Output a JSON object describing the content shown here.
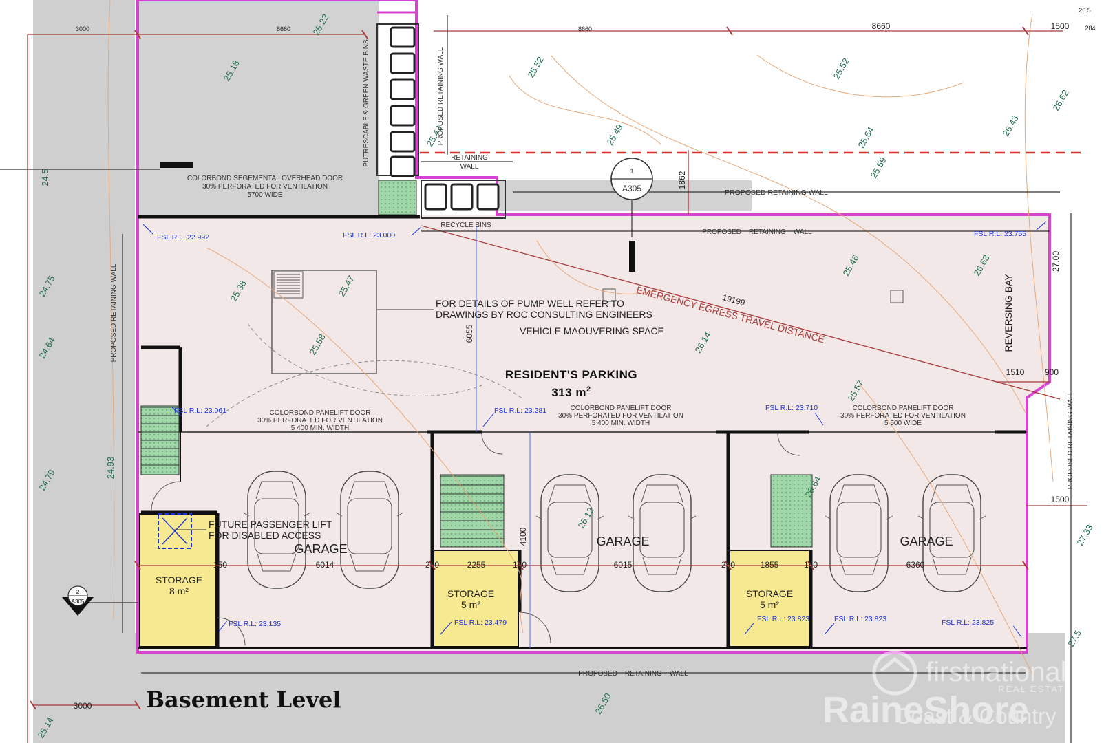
{
  "title": "Basement Level",
  "parking": {
    "name": "RESIDENT'S PARKING",
    "area_num": "313 m",
    "area_sup": "2"
  },
  "notes": {
    "pump_line1": "FOR DETAILS OF PUMP WELL REFER TO",
    "pump_line2": "DRAWINGS BY ROC CONSULTING ENGINEERS",
    "vehicle": "VEHICLE MAOUVERING SPACE",
    "egress": "EMERGENCY EGRESS TRAVEL DISTANCE",
    "egress_dim": "19199",
    "reversing": "REVERSING BAY",
    "overhead_l1": "COLORBOND SEGEMENTAL OVERHEAD DOOR",
    "overhead_l2": "30% PERFORATED FOR VENTILATION",
    "overhead_l3": "5700 WIDE",
    "panel1_l1": "COLORBOND PANELIFT DOOR",
    "panel1_l2": "30% PERFORATED FOR VENTILATION",
    "panel1_l3": "5 400 MIN. WIDTH",
    "panel2_l1": "COLORBOND PANELIFT DOOR",
    "panel2_l2": "30% PERFORATED FOR VENTILATION",
    "panel2_l3": "5 400 MIN. WIDTH",
    "panel3_l1": "COLORBOND PANELIFT DOOR",
    "panel3_l2": "30% PERFORATED FOR VENTILATION",
    "panel3_l3": "5 500 WIDE",
    "lift_l1": "FUTURE PASSENGER LIFT",
    "lift_l2": "FOR DISABLED ACCESS",
    "bins": "PUTRESCABLE & GREEN WASTE BINS",
    "recycle": "RECYCLE BINS",
    "retaining": "RETAINING",
    "wall": "WALL",
    "proposed_ret_wall": "PROPOSED RETAINING WALL",
    "proposed_ret_wall_spaced": "PROPOSED    RETAINING    WALL",
    "proposed_ret_wall_v": "PROPOSED RETAINING WALL",
    "proposed_ret_wall_v2": "PROPOSED RETAINING WALL"
  },
  "rooms": {
    "garage": "GARAGE",
    "storage": "STORAGE",
    "storage1_area": "8 m²",
    "storage2_area": "5 m²",
    "storage3_area": "5 m²"
  },
  "fsl": {
    "a": "FSL R.L: 22.992",
    "b": "FSL R.L: 23.000",
    "c": "FSL R.L: 23.755",
    "d": "FSL R.L: 23.061",
    "e": "FSL R.L: 23.281",
    "f": "FSL R.L: 23.710",
    "g": "FSL R.L: 23.135",
    "h": "FSL R.L: 23.479",
    "i": "FSL R.L: 23.823",
    "j": "FSL R.L: 23.823",
    "k": "FSL R.L: 23.825"
  },
  "dims": {
    "d3000_top": "3000",
    "d8660_a": "8660",
    "d8660_b": "8660",
    "d8660_c": "8660",
    "d1500_top": "1500",
    "d284": "284",
    "d265": "26.5",
    "d1862": "1862",
    "d6055": "6055",
    "d4100": "4100",
    "d1510": "1510",
    "d900": "900",
    "d1500_r": "1500",
    "d6014": "6014",
    "d2255": "2255",
    "d6015": "6015",
    "d1855": "1855",
    "d6360": "6360",
    "d150a": "150",
    "d150b": "150",
    "d150c": "150",
    "d250a": "250",
    "d250b": "250",
    "d3000_bot": "3000",
    "d2700": "27.00"
  },
  "section_markers": {
    "s1_num": "1",
    "s1_ref": "A305",
    "s2_num": "2",
    "s2_ref": "A305"
  },
  "contours": [
    "25.22",
    "25.18",
    "25.52",
    "25.52",
    "26.43",
    "26.62",
    "25.43",
    "25.49",
    "25.64",
    "25.59",
    "25.38",
    "25.47",
    "25.46",
    "26.63",
    "25.58",
    "26.14",
    "25.57",
    "26.64",
    "26.12",
    "24.75",
    "24.64",
    "24.79",
    "24.93",
    "24.5",
    "25.14",
    "26.50",
    "27.33",
    "27.5"
  ],
  "watermark": {
    "brand_top": "firstnational",
    "brand_sub": "REAL ESTATE",
    "brand_main": "RaineShore",
    "brand_tag": "Coast & Country"
  },
  "colors": {
    "site_grey": "#cfcfcf",
    "floor_pink": "#f3e8e8",
    "boundary_magenta": "#d543cf",
    "storage_yellow": "#f7e992",
    "stair_green": "#9fd7a9",
    "dimension_red": "#a83a3a",
    "fsl_blue": "#1d34d6",
    "contour_green": "#1f6b4a"
  }
}
